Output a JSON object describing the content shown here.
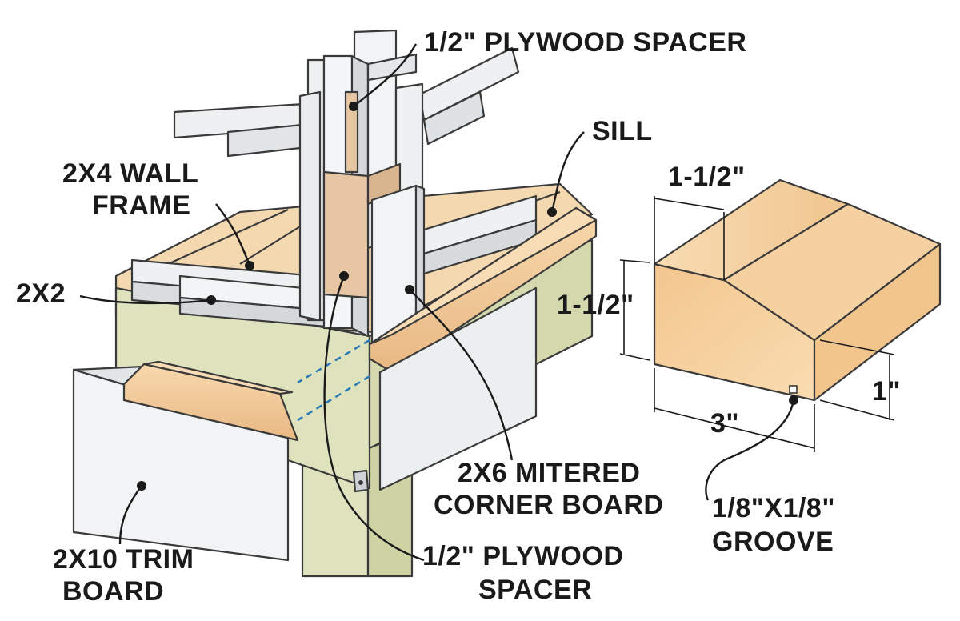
{
  "labels": {
    "plywood_spacer_top": "1/2\" PLYWOOD SPACER",
    "sill": "SILL",
    "wall_frame_line1": "2X4 WALL",
    "wall_frame_line2": "FRAME",
    "two_by_two": "2X2",
    "corner_board_line1": "2X6 MITERED",
    "corner_board_line2": "CORNER BOARD",
    "plywood_spacer_bottom_line1": "1/2\" PLYWOOD",
    "plywood_spacer_bottom_line2": "SPACER",
    "trim_board_line1": "2X10 TRIM",
    "trim_board_line2": "BOARD",
    "groove_line1": "1/8\"X1/8\"",
    "groove_line2": "GROOVE"
  },
  "dimensions": {
    "top_width": "1-1/2\"",
    "left_height": "1-1/2\"",
    "right_height": "1\"",
    "bottom_width": "3\""
  },
  "colors": {
    "lumber_white": "#f1f3f4",
    "lumber_shade": "#d7dbdd",
    "sheathing_green": "#dfe3bd",
    "wood_tan": "#f5d3a7",
    "wood_dark": "#e8b77f",
    "plywood": "#e6c6a3",
    "dashed_line": "#2a7ab8",
    "outline": "#3a3a3a"
  }
}
